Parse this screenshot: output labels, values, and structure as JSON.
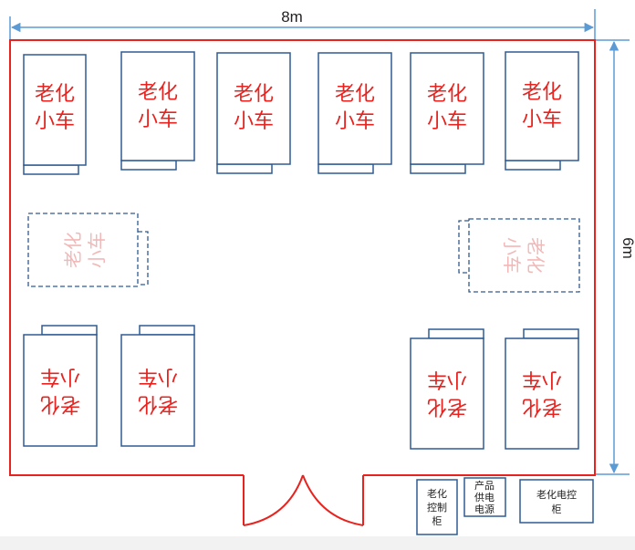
{
  "room": {
    "width_label": "8m",
    "height_label": "6m"
  },
  "carts": {
    "top": [
      {
        "line1": "老化",
        "line2": "小车"
      },
      {
        "line1": "老化",
        "line2": "小车"
      },
      {
        "line1": "老化",
        "line2": "小车"
      },
      {
        "line1": "老化",
        "line2": "小车"
      },
      {
        "line1": "老化",
        "line2": "小车"
      },
      {
        "line1": "老化",
        "line2": "小车"
      }
    ],
    "middle": [
      {
        "line1": "老化",
        "line2": "小车"
      },
      {
        "line1": "老化",
        "line2": "小车"
      }
    ],
    "bottom": [
      {
        "line1": "老化",
        "line2": "小车"
      },
      {
        "line1": "老化",
        "line2": "小车"
      },
      {
        "line1": "老化",
        "line2": "小车"
      },
      {
        "line1": "老化",
        "line2": "小车"
      }
    ]
  },
  "cabinets": {
    "aging_control": {
      "lines": [
        "老化",
        "控制",
        "柜"
      ]
    },
    "product_power": {
      "lines": [
        "产品",
        "供电",
        "电源"
      ]
    },
    "aging_electric_control": {
      "lines": [
        "老化电控",
        "柜"
      ]
    }
  },
  "colors": {
    "wall": "#e8231f",
    "cart_border": "#2e5b93",
    "dimension": "#5b9bd5",
    "cart_text": "#e8231f",
    "faded_text": "#f2b8b8"
  }
}
